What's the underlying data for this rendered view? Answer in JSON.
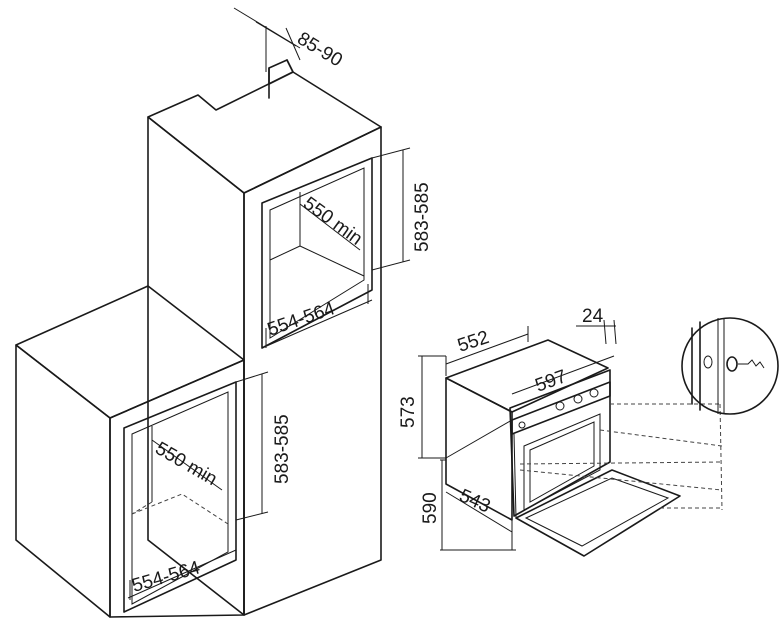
{
  "dimensions": {
    "top_offset": "85-90",
    "upper_height": "583-585",
    "upper_depth": "550 min",
    "upper_width": "554-564",
    "lower_height": "583-585",
    "lower_depth": "550 min",
    "lower_width": "554-564",
    "oven_depth": "552",
    "oven_panel": "24",
    "oven_width": "597",
    "oven_body_height": "573",
    "oven_total_height": "590",
    "oven_inner_depth": "543"
  }
}
